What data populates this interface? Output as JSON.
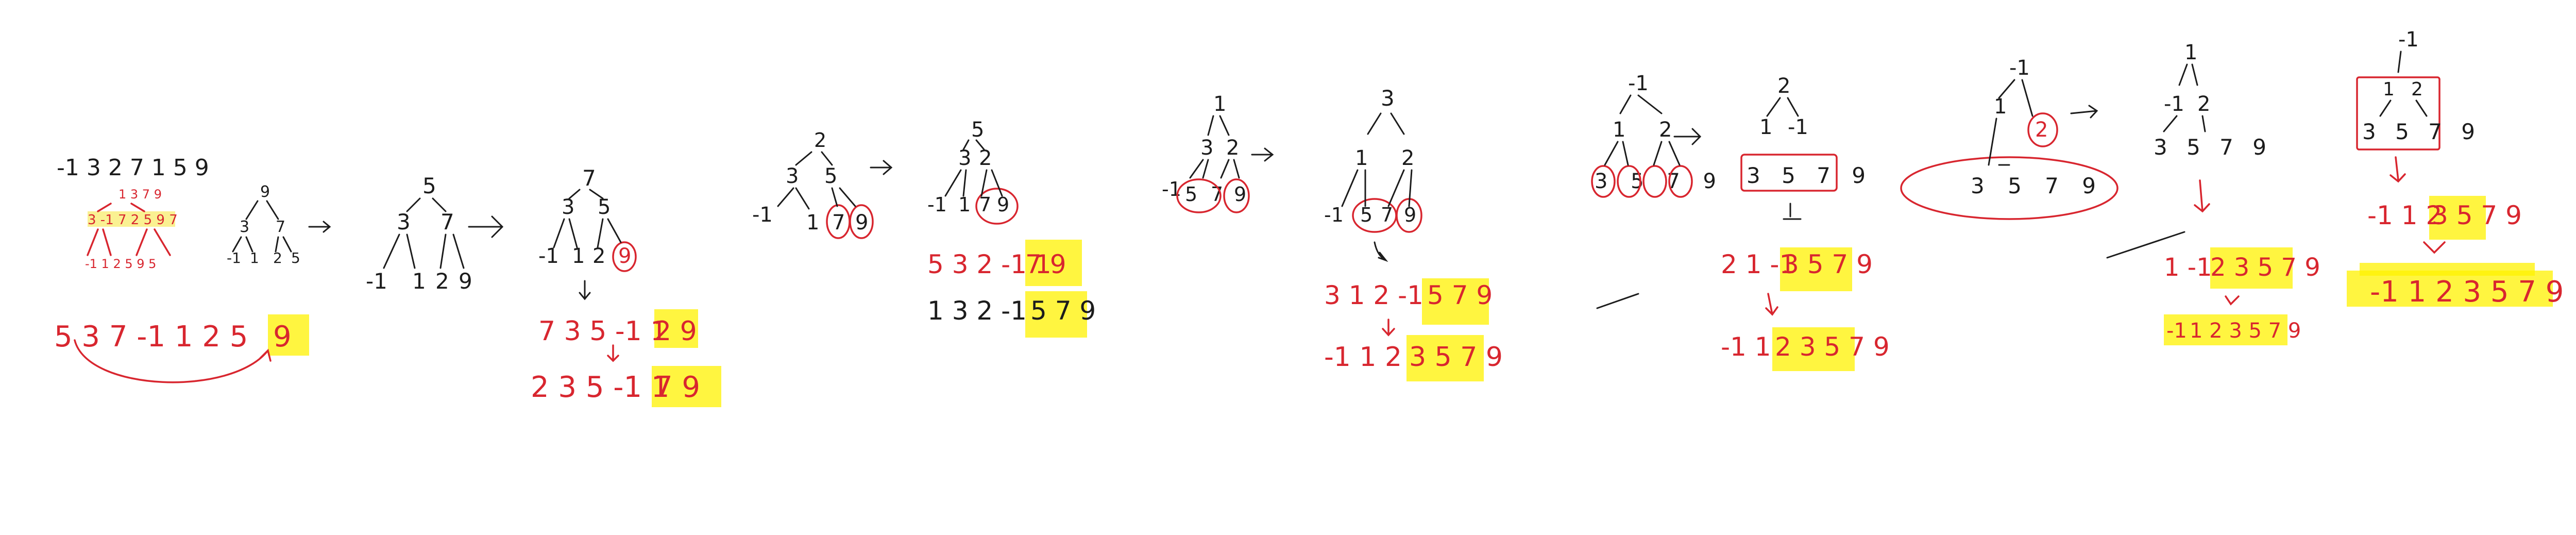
{
  "stages": {
    "s1": {
      "input": "-1 3 2 7 1 5 9",
      "tree_top": "1 3 7 9",
      "tree_mid": "3 -1 7 2 5 9 7",
      "tree_leaf": "-1 1 2 5 9 5",
      "heap_root": "9",
      "heap_l": "3",
      "heap_r": "7",
      "heap_ll": "-1",
      "heap_lr": "1",
      "heap_rl": "2",
      "heap_rr": "5",
      "result": "5 3 7 -1 1 2 5",
      "result_hl": "9"
    },
    "s2": {
      "root": "5",
      "l": "3",
      "r": "7",
      "ll": "-1",
      "lr": "1",
      "rl": "2",
      "rr": "9"
    },
    "s3": {
      "root": "7",
      "l": "3",
      "r": "5",
      "ll": "-1",
      "lr": "1",
      "rl": "2",
      "rr": "9",
      "line1": "7 3 5 -1 1",
      "line1_hl": "2 9",
      "line2": "2 3 5 -1 1",
      "line2_hl": "7 9"
    },
    "s4": {
      "root": "2",
      "l": "3",
      "r": "5",
      "ll": "-1",
      "lr": "1",
      "rl": "7",
      "rr": "9"
    },
    "s5": {
      "root": "5",
      "l": "3",
      "r": "2",
      "ll": "-1",
      "lr": "1",
      "rl": "7",
      "rr": "9",
      "line1": "5 3 2 -1 1",
      "line1_hl": "7 9",
      "line2": "1 3 2 -1",
      "line2_hl": "5 7 9"
    },
    "s6": {
      "root": "1",
      "l": "3",
      "r": "2",
      "ll": "-1",
      "lr": "5",
      "rl": "7",
      "rr": "9"
    },
    "s7": {
      "root": "3",
      "l": "1",
      "r": "2",
      "ll": "-1",
      "lr": "5",
      "rl": "7",
      "rr": "9",
      "line1": "3 1 2 -1",
      "line1_hl": "5 7 9",
      "line2": "-1 1 2",
      "line2_hl": "3 5 7 9"
    },
    "s8": {
      "root": "-1",
      "l": "1",
      "r": "2",
      "leaves": "3 5 7 9"
    },
    "s9": {
      "root": "2",
      "l": "1",
      "r": "-1",
      "leaves": "3 5 7 9",
      "line1": "2 1 -1",
      "line1_hl": "3 5 7 9",
      "line2": "-1 1",
      "line2_hl": "2 3 5 7 9"
    },
    "s10": {
      "root": "-1",
      "l": "1",
      "r": "2",
      "leaves": "3 5 7 9"
    },
    "s11": {
      "root": "1",
      "l": "-1",
      "r": "2",
      "leaves": "3 5 7 9",
      "line1": "1 -1",
      "line1_hl": "2 3 5 7 9",
      "line2": "-1",
      "line2_hl": "1 2 3 5 7 9"
    },
    "s12": {
      "root": "-1",
      "l": "1",
      "r": "2",
      "leaves": "3 5 7 9",
      "line1": "-1 1 2",
      "line1_hl": "3 5 7 9",
      "final": "-1 1 2 3 5 7 9"
    }
  },
  "colors": {
    "ink": "#1c1c1c",
    "red": "#d8262f",
    "highlight": "#fff200"
  }
}
